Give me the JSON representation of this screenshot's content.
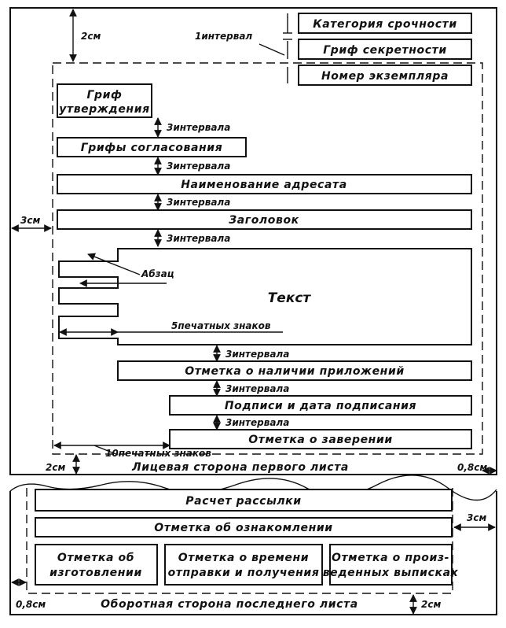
{
  "front": {
    "category": "Категория срочности",
    "secrecy": "Гриф секретности",
    "copy_number": "Номер экземпляра",
    "approval_line1": "Гриф",
    "approval_line2": "утверждения",
    "agreement": "Грифы согласования",
    "addressee": "Наименование адресата",
    "heading": "Заголовок",
    "text": "Текст",
    "paragraph": "Абзац",
    "five_chars": "5печатных знаков",
    "attachments": "Отметка о наличии приложений",
    "signatures": "Подписи и дата подписания",
    "certification": "Отметка о заверении",
    "ten_chars": "10печатных знаков",
    "caption": "Лицевая сторона первого листа",
    "dim_top": "2см",
    "dim_left": "3см",
    "dim_bottom_left": "2см",
    "dim_bottom_right": "0,8см",
    "one_interval": "1интервал",
    "three_intervals": "3интервала"
  },
  "back": {
    "distribution": "Расчет рассылки",
    "acquaintance": "Отметка об ознакомлении",
    "manufacture_line1": "Отметка об",
    "manufacture_line2": "изготовлении",
    "send_receive_line1": "Отметка о времени",
    "send_receive_line2": "отправки и получения",
    "extracts_line1": "Отметка о произ-",
    "extracts_line2": "веденных выписках",
    "caption": "Оборотная сторона последнего листа",
    "dim_right": "3см",
    "dim_bottom_left": "0,8см",
    "dim_bottom_right": "2см"
  }
}
